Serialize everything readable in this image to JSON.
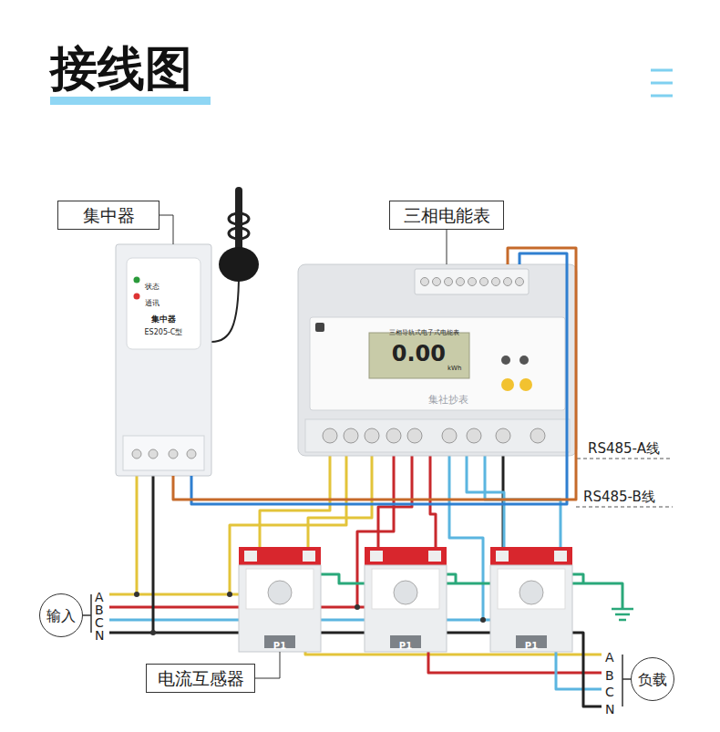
{
  "diagram": {
    "title": "接线图",
    "nodes": [
      {
        "text": [
          "集中器"
        ]
      },
      {
        "text": [
          "状态",
          "通讯",
          "集中器",
          "ES205-C型"
        ]
      },
      {
        "text": [
          "三相电能表"
        ]
      },
      {
        "text": [
          "三相导轨式电子式电能表",
          "0.00",
          "kWh"
        ]
      },
      {
        "text": [
          "P1"
        ]
      },
      {
        "text": [
          "P1"
        ]
      },
      {
        "text": [
          "P1"
        ]
      },
      {
        "text": [
          "电流互感器"
        ]
      },
      {
        "text": [
          "输入"
        ]
      },
      {
        "text": [
          "负载"
        ]
      }
    ],
    "edges": [
      {
        "from": 0,
        "to": 1,
        "arrow": "none"
      },
      {
        "from": 2,
        "to": 3,
        "arrow": "none"
      },
      {
        "from": 7,
        "to": 4,
        "arrow": "none"
      },
      {
        "from": 1,
        "to": 3,
        "arrow": "none"
      },
      {
        "from": 1,
        "to": 3,
        "arrow": "none"
      }
    ],
    "labels": [
      "A",
      "B",
      "C",
      "N",
      "A",
      "B",
      "C",
      "N",
      "RS485-A线",
      "RS485-B线",
      "集社抄表"
    ]
  }
}
